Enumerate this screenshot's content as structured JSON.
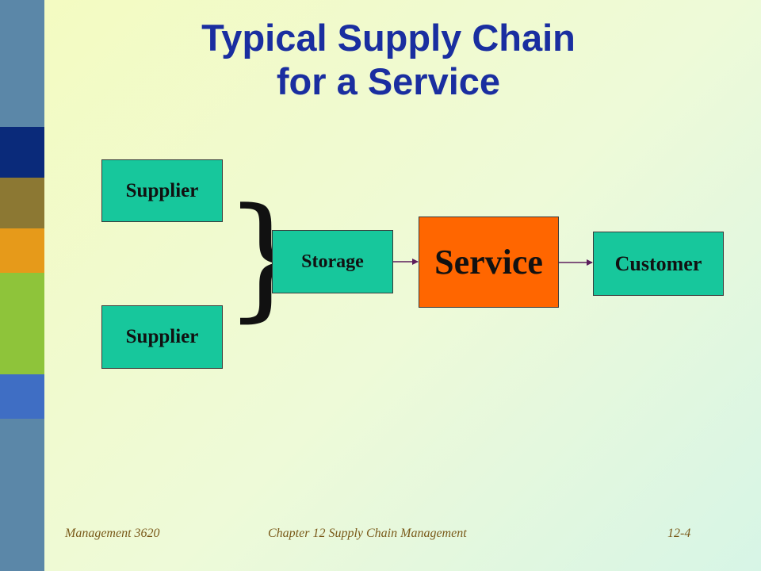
{
  "title": {
    "line1": "Typical Supply Chain",
    "line2": "for a Service"
  },
  "diagram": {
    "supplier_top": "Supplier",
    "supplier_bottom": "Supplier",
    "brace": "}",
    "storage": "Storage",
    "service": "Service",
    "customer": "Customer"
  },
  "footer": {
    "left": "Management 3620",
    "center": "Chapter 12 Supply Chain Management",
    "right": "12-4"
  },
  "colors": {
    "title": "#1a2ea0",
    "box_fill": "#17c79c",
    "service_fill": "#ff6600",
    "arrow": "#5c1e5c",
    "footer_text": "#7a5a1a",
    "sidebar_bands": [
      "#5b87a8",
      "#0a2a7a",
      "#8c7833",
      "#e69a1a",
      "#8ec43a",
      "#3f6ec4",
      "#5b87a8"
    ]
  }
}
